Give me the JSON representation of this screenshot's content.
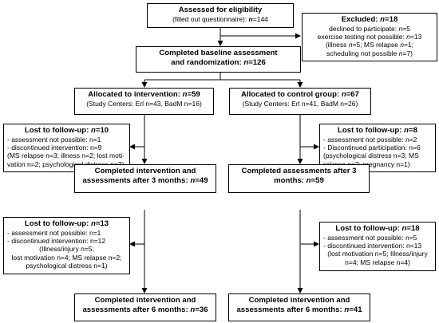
{
  "eligibility": {
    "title": "Assessed for eligibility",
    "sub_prefix": "(filled out questionnaire): ",
    "n": "n",
    "eq": "=144"
  },
  "excluded": {
    "label": "Excluded: ",
    "value": "=18",
    "items": [
      {
        "text": "declined to participate: ",
        "val": "=5"
      },
      {
        "text": "exercise testing not possible: ",
        "val": "=13"
      },
      {
        "text": "(illness ",
        "val": "=5; MS relapse ",
        "val2": "=1;"
      },
      {
        "text": "scheduling not possible ",
        "val": "=7)"
      }
    ]
  },
  "baseline": {
    "line1": "Completed baseline assessment",
    "line2_prefix": "and randomization: ",
    "value": "=126"
  },
  "intervention_alloc": {
    "title_prefix": "Allocated to intervention: ",
    "value": "=59",
    "sub": "(Study Centers: Erl n=43, BadM n=16)"
  },
  "control_alloc": {
    "title_prefix": "Allocated to control group: ",
    "value": "=67",
    "sub": "(Study Centers: Erl n=41, BadM n=26)"
  },
  "lost3_left": {
    "title_prefix": "Lost to follow-up: ",
    "value": "=10",
    "lines": [
      "-   assessment not possible: n=1",
      "-   discontinued intervention: n=9",
      "(MS relapse n=3; illness n=2; lost moti-",
      "vation n=2; psychological distress n=2)"
    ]
  },
  "lost3_right": {
    "title_prefix": "Lost to follow-up: ",
    "value": "=8",
    "lines": [
      "-   assessment not possible: n=2",
      "-   Discontinued participation: n=6",
      "(psychological distress n=3; MS",
      "relapse n=2; pregnancy n=1)"
    ]
  },
  "completed3_left": {
    "line1": "Completed intervention and",
    "line2_prefix": "assessments after 3 months: ",
    "value": "=49"
  },
  "completed3_right": {
    "line1": "Completed assessments after 3",
    "line2_prefix": "months: ",
    "value": "=59"
  },
  "lost6_left": {
    "title_prefix": "Lost to follow-up: ",
    "value": "=13",
    "lines": [
      "-   assessment not possible: n=1",
      "-   discontinued intervention: n=12",
      "(Illness/injury n=5;",
      "lost motivation n=4; MS relapse n=2;",
      "psychological distress n=1)"
    ]
  },
  "lost6_right": {
    "title_prefix": "Lost to follow-up: ",
    "value": "=18",
    "lines": [
      "-   assessment not possible: n=5",
      "-   discontinued intervention: n=13",
      "(lost motivation n=5; Illness/injury",
      "n=4; MS relapse n=4)"
    ]
  },
  "completed6_left": {
    "line1": "Completed intervention and",
    "line2_prefix": "assessments after 6 months: ",
    "value": "=36"
  },
  "completed6_right": {
    "line1": "Completed intervention and",
    "line2_prefix": "assessments after 6 months: ",
    "value": "=41"
  }
}
